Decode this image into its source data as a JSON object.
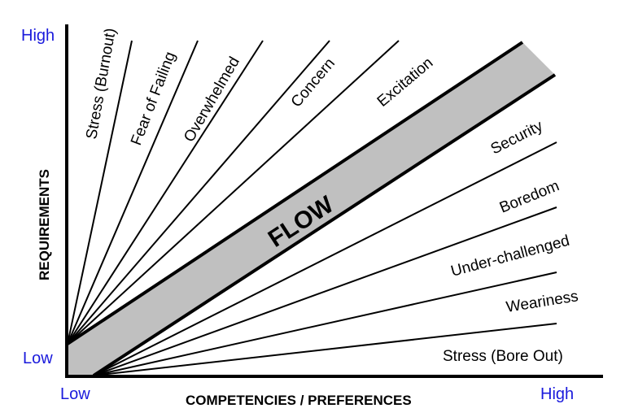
{
  "axes": {
    "y_title": "REQUIREMENTS",
    "x_title": "COMPETENCIES / PREFERENCES",
    "y_high": "High",
    "y_low": "Low",
    "x_low": "Low",
    "x_high": "High"
  },
  "flow_label": "FLOW",
  "upper_zones": [
    "Stress (Burnout)",
    "Fear of Failing",
    "Overwhelmed",
    "Concern",
    "Excitation"
  ],
  "lower_zones": [
    "Security",
    "Boredom",
    "Under-challenged",
    "Weariness",
    "Stress (Bore Out)"
  ],
  "colors": {
    "axis_labels": "#1a1adc",
    "flow_band": "#c0c0c0"
  }
}
